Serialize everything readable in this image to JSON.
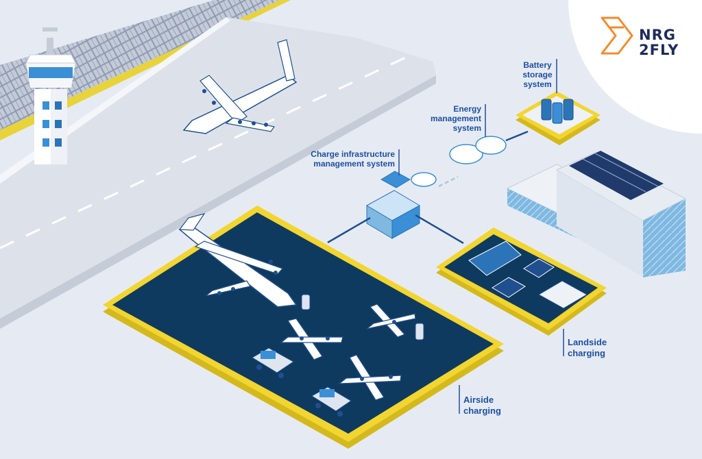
{
  "brand": {
    "line1": "NRG",
    "line2": "2FLY"
  },
  "labels": {
    "battery": {
      "line1": "Battery",
      "line2": "storage",
      "line3": "system"
    },
    "energy": {
      "line1": "Energy",
      "line2": "management",
      "line3": "system"
    },
    "charge_infra": {
      "line1": "Charge infrastructure",
      "line2": "management system"
    },
    "landside": {
      "line1": "Landside",
      "line2": "charging"
    },
    "airside": {
      "line1": "Airside",
      "line2": "charging"
    }
  },
  "colors": {
    "background": "#e6ebf3",
    "apron_fill": "#0f3a5f",
    "apron_border": "#f2d531",
    "label_text": "#1d4fa0",
    "logo_orange": "#f58a2a",
    "logo_text": "#1f2a5c"
  }
}
